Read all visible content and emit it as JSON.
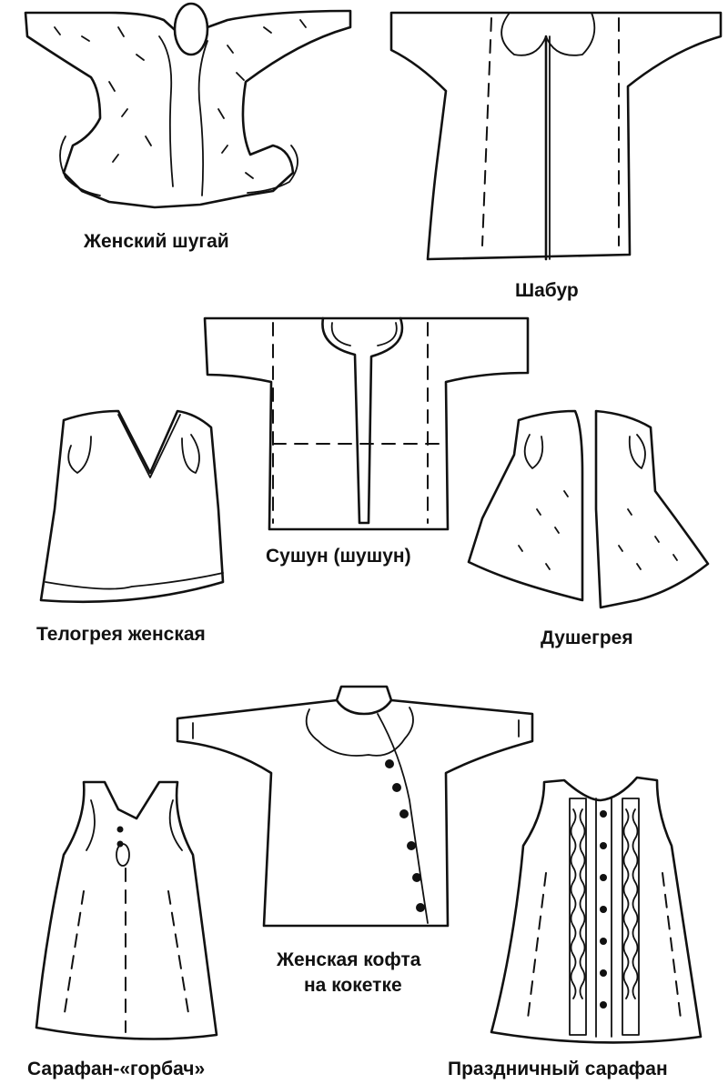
{
  "garments": [
    {
      "id": "zhenskiy-shugay",
      "label": "Женский шугай"
    },
    {
      "id": "shabur",
      "label": "Шабур"
    },
    {
      "id": "sushun",
      "label": "Сушун (шушун)"
    },
    {
      "id": "telogreya",
      "label": "Телогрея женская"
    },
    {
      "id": "dushegreya",
      "label": "Душегрея"
    },
    {
      "id": "kofta-line1",
      "label": "Женская кофта"
    },
    {
      "id": "kofta-line2",
      "label": "на кокетке"
    },
    {
      "id": "sarafan-gorbach",
      "label": "Сарафан-«горбач»"
    },
    {
      "id": "prazdnichny-sarafan",
      "label": "Праздничный сарафан"
    }
  ],
  "colors": {
    "ink": "#111111",
    "paper": "#ffffff"
  }
}
